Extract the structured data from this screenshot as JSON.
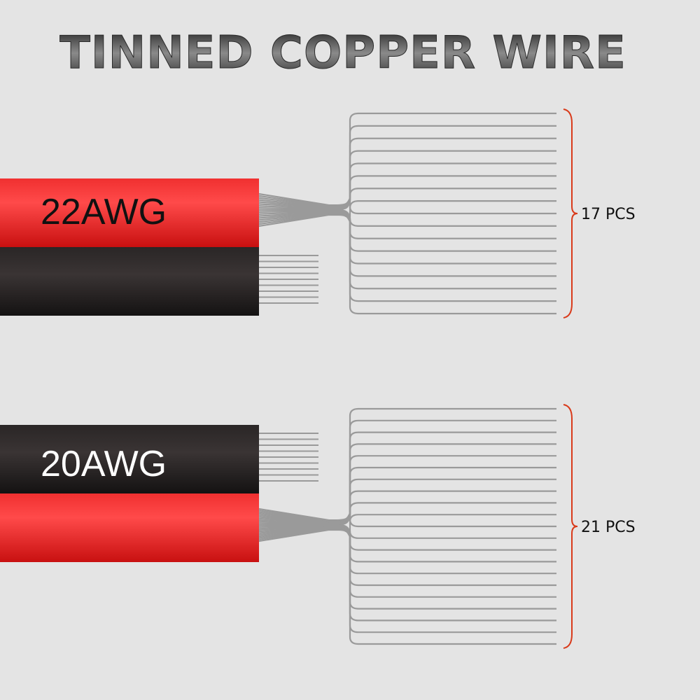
{
  "title": "TINNED COPPER WIRE",
  "cables": [
    {
      "gauge": "22AWG",
      "strand_count_label": "17 PCS",
      "strands": 17,
      "top_wire_color": "#e81c1c",
      "bottom_wire_color": "#1e1b1b",
      "label_color": "#111111"
    },
    {
      "gauge": "20AWG",
      "strand_count_label": "21 PCS",
      "strands": 21,
      "top_wire_color": "#1e1b1b",
      "bottom_wire_color": "#e81c1c",
      "label_color": "#ffffff"
    }
  ],
  "colors": {
    "background": "#e4e4e4",
    "strand": "#9a9a9a",
    "bracket": "#d93a1a",
    "title": "#3a3a3a"
  }
}
